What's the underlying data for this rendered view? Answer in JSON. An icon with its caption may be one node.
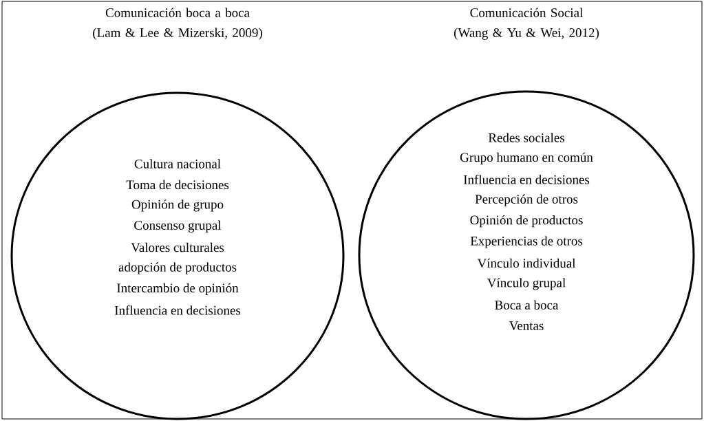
{
  "diagram": {
    "nodes": [
      {
        "text": [
          "Comunicación boca a boca (Lam & Lee & Mizerski, 2009)",
          "Cultura nacional",
          "Toma de decisiones",
          "Opinión  de grupo",
          "Consenso grupal",
          "Valores culturales",
          "adopción de productos",
          "Intercambio de opinión",
          "Influencia en decisiones"
        ]
      },
      {
        "text": [
          "Comunicación Social (Wang & Yu & Wei, 2012)",
          "Redes sociales",
          "Grupo humano en común",
          "Influencia en decisiones",
          "Percepción de otros",
          "Opinión  de productos",
          "Experiencias de otros",
          "Vínculo individual",
          "Vínculo grupal",
          "Boca a boca",
          "Ventas"
        ]
      }
    ]
  }
}
